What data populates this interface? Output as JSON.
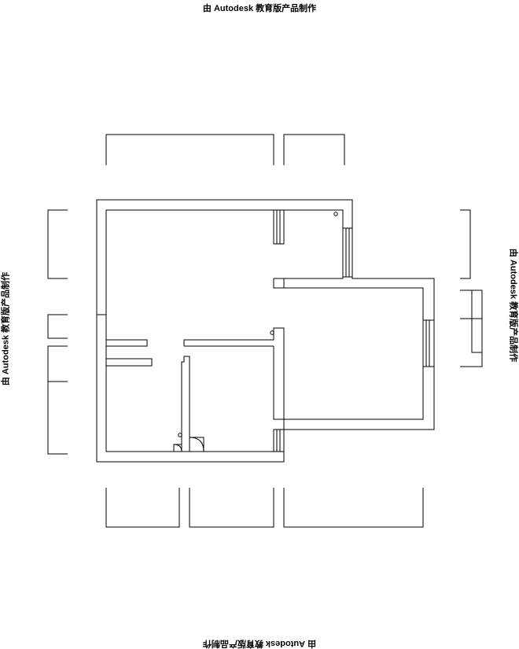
{
  "watermarks": {
    "top": "由 Autodesk 教育版产品制作",
    "bottom": "由 Autodesk 教育版产品制作",
    "left": "由 Autodesk 教育版产品制作",
    "right": "由 Autodesk 教育版产品制作"
  },
  "colors": {
    "line": "#000000",
    "background": "#ffffff"
  }
}
